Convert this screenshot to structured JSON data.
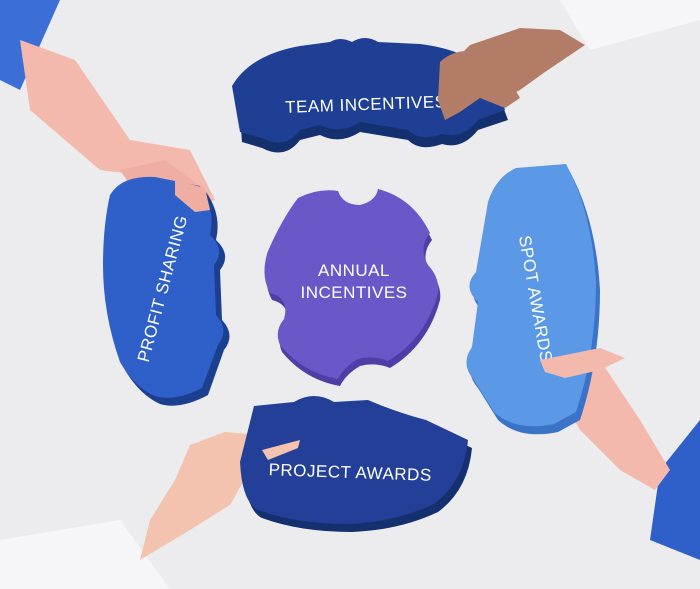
{
  "diagram": {
    "center": {
      "line1": "ANNUAL",
      "line2": "INCENTIVES"
    },
    "pieces": {
      "top": "TEAM INCENTIVES",
      "left": "PROFIT SHARING",
      "right": "SPOT AWARDS",
      "bottom": "PROJECT AWARDS"
    }
  },
  "colors": {
    "background": "#ececee",
    "center_piece": "#6a57c8",
    "team_piece": "#1e3f93",
    "profit_piece": "#2f5fc8",
    "spot_piece": "#5b98e6",
    "project_piece": "#233f98"
  }
}
